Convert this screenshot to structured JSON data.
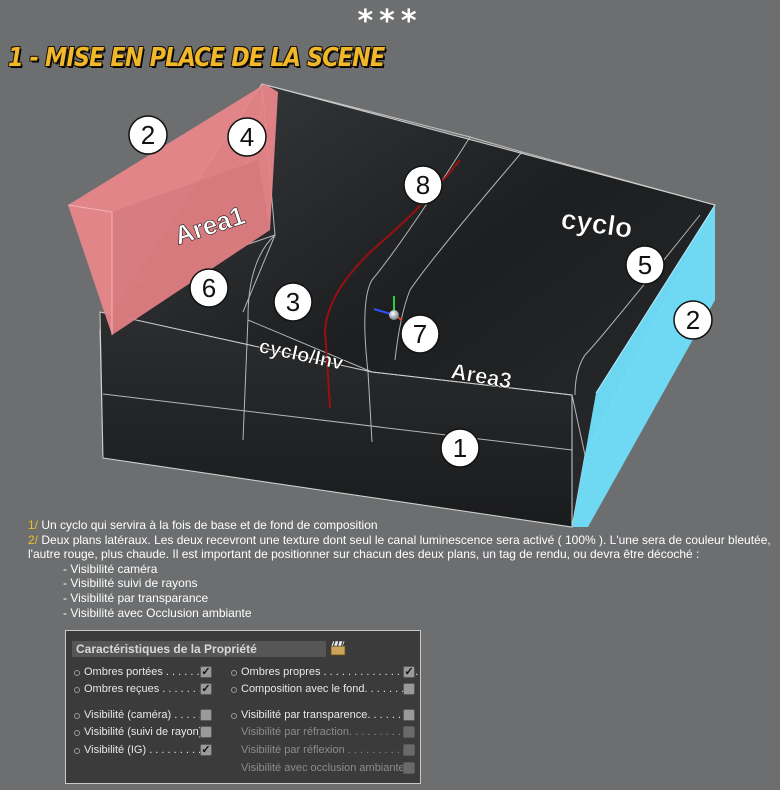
{
  "header": {
    "stars": "***",
    "title": "1 - MISE EN PLACE DE LA SCENE"
  },
  "scene": {
    "labels": {
      "area1": "Area1",
      "cyclo": "cyclo",
      "cyclo_inv": "cyclo/Inv",
      "area3": "Area3"
    },
    "markers": [
      "2",
      "4",
      "8",
      "6",
      "3",
      "7",
      "5",
      "2",
      "1"
    ],
    "colors": {
      "left_plane": "#e8868a",
      "right_plane": "#6fdcf8",
      "spline": "#9a1010"
    }
  },
  "description": {
    "line1_num": "1/",
    "line1_text": " Un cyclo qui servira à la fois de base et de fond de composition",
    "line2_num": "2/",
    "line2_text": " Deux plans latéraux. Les deux recevront une texture dont seul le canal luminescence sera activé ( 100% ). L'une sera de couleur bleutée, l'autre rouge, plus chaude. Il est important de positionner sur chacun des deux plans, un tag de rendu, ou devra être décoché :",
    "bullets": [
      "- Visibilité caméra",
      "- Visibilité suivi de rayons",
      "- Visibilité par transparance",
      "- Visibilité avec Occlusion ambiante"
    ]
  },
  "panel": {
    "title": "Caractéristiques de la Propriété",
    "clapper_icon": "clapperboard-icon",
    "left_column": [
      {
        "label": "Ombres portées . . . . . .",
        "checked": true,
        "dim": false
      },
      {
        "label": "Ombres reçues . . . . . . .",
        "checked": true,
        "dim": false
      },
      {
        "label": "Visibilité (caméra) . . . . .",
        "checked": false,
        "dim": false
      },
      {
        "label": "Visibilité (suivi de rayon)",
        "checked": false,
        "dim": false
      },
      {
        "label": "Visibilité (IG) . . . . . . . . .",
        "checked": true,
        "dim": false
      }
    ],
    "right_column": [
      {
        "label": "Ombres propres . . . . . . . . . . . . . . . .",
        "checked": true,
        "dim": false
      },
      {
        "label": "Composition avec le fond. . . . . . .",
        "checked": false,
        "dim": false
      },
      {
        "label": "Visibilité par transparence. . . . . . .",
        "checked": false,
        "dim": false
      },
      {
        "label": "Visibilité par réfraction. . . . . . . . .",
        "checked": false,
        "dim": true
      },
      {
        "label": "Visibilité par réflexion . . . . . . . . . .",
        "checked": false,
        "dim": true
      },
      {
        "label": "Visibilité avec occlusion ambiante",
        "checked": false,
        "dim": true
      }
    ]
  }
}
